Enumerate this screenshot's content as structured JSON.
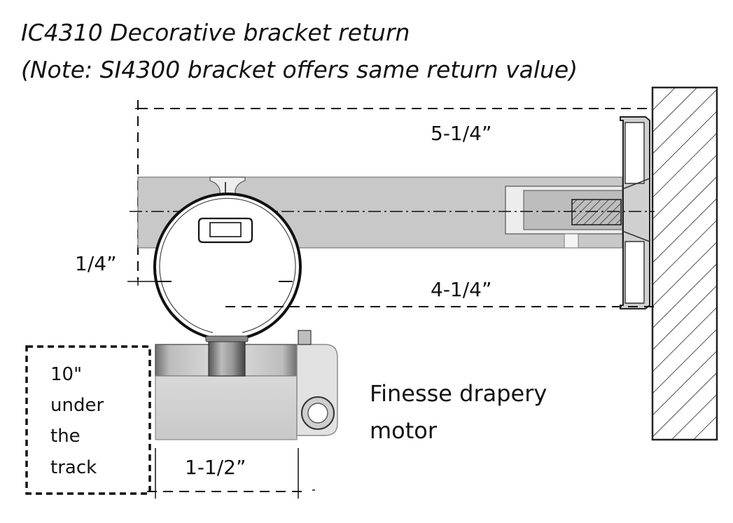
{
  "title": {
    "line1": "IC4310 Decorative bracket return",
    "line2": "(Note: SI4300 bracket offers same return value)"
  },
  "dimensions": {
    "top_return": "5-1/4”",
    "bottom_return": "4-1/4”",
    "offset": "1/4”",
    "motor_width": "1-1/2”"
  },
  "motor_label": {
    "line1": "Finesse drapery",
    "line2": "motor"
  },
  "clearance_note": {
    "line1": "10\"",
    "line2": "under",
    "line3": "the",
    "line4": "track"
  },
  "colors": {
    "bracket_fill": "#c8c8c8",
    "track_fill": "#ffffff",
    "motor_fill": "#d4d4d4",
    "wall_hatch": "#222222",
    "line": "#111111"
  }
}
